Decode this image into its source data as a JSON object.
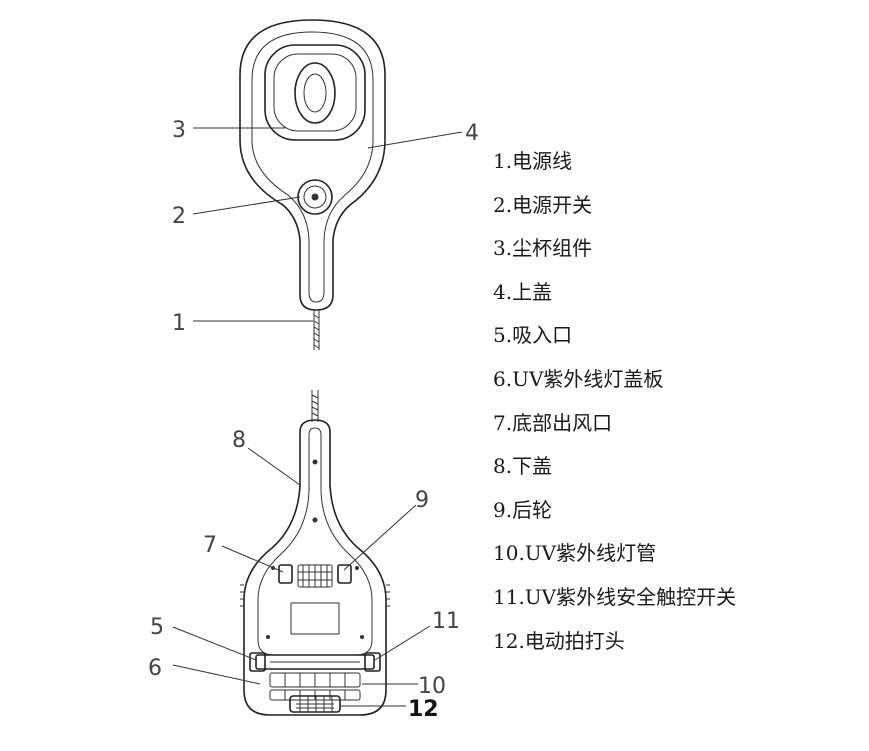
{
  "callouts": {
    "c1": "1",
    "c2": "2",
    "c3": "3",
    "c4": "4",
    "c5": "5",
    "c6": "6",
    "c7": "7",
    "c8": "8",
    "c9": "9",
    "c10": "10",
    "c11": "11",
    "c12": "12"
  },
  "legend": [
    "1.电源线",
    "2.电源开关",
    "3.尘杯组件",
    "4.上盖",
    "5.吸入口",
    "6.UV紫外线灯盖板",
    "7.底部出风口",
    "8.下盖",
    "9.后轮",
    "10.UV紫外线灯管",
    "11.UV紫外线安全触控开关",
    "12.电动拍打头"
  ]
}
